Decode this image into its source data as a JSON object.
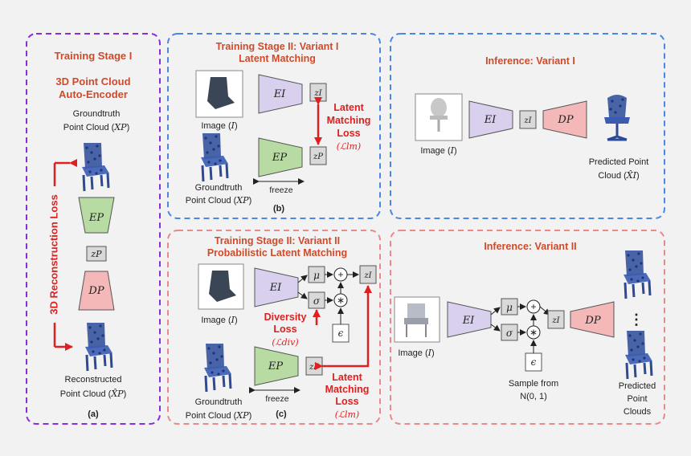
{
  "panel_a": {
    "title": "Training Stage I",
    "subtitle_line1": "3D Point Cloud",
    "subtitle_line2": "Auto-Encoder",
    "input_line1": "Groundtruth",
    "input_line2": "Point Cloud (",
    "input_math": "XP",
    "encoder": "EP",
    "latent": "zP",
    "decoder": "DP",
    "loss": "3D Reconstruction Loss",
    "output_line1": "Reconstructed",
    "output_line2": "Point Cloud (",
    "output_math": "X̂P",
    "tag": "(a)"
  },
  "panel_b": {
    "title_line1": "Training Stage II: Variant I",
    "title_line2": "Latent Matching",
    "image_label": "Image (",
    "image_math": "I",
    "gt_line1": "Groundtruth",
    "gt_line2": "Point Cloud (",
    "gt_math": "XP",
    "encoder_image": "EI",
    "encoder_point": "EP",
    "latent_image": "zI",
    "latent_point": "zP",
    "loss_line1": "Latent",
    "loss_line2": "Matching",
    "loss_line3": "Loss",
    "loss_math": "(ℒlm)",
    "freeze": "freeze",
    "tag": "(b)"
  },
  "panel_c": {
    "title_line1": "Training Stage II: Variant II",
    "title_line2": "Probabilistic Latent Matching",
    "image_label": "Image (",
    "image_math": "I",
    "gt_line1": "Groundtruth",
    "gt_line2": "Point Cloud (",
    "gt_math": "XP",
    "encoder_image": "EI",
    "encoder_point": "EP",
    "mu": "μ",
    "sigma": "σ",
    "epsilon": "ϵ",
    "plus": "+",
    "times": "∗",
    "latent_image": "zI",
    "latent_point": "zP",
    "div_line1": "Diversity",
    "div_line2": "Loss",
    "div_math": "(ℒdiv)",
    "loss_line1": "Latent",
    "loss_line2": "Matching",
    "loss_line3": "Loss",
    "loss_math": "(ℒlm)",
    "freeze": "freeze",
    "tag": "(c)"
  },
  "panel_d": {
    "title": "Inference: Variant I",
    "image_label": "Image (",
    "image_math": "I",
    "encoder": "EI",
    "latent": "zI",
    "decoder": "DP",
    "output_line1": "Predicted Point",
    "output_line2": "Cloud (",
    "output_math": "X̂I"
  },
  "panel_e": {
    "title": "Inference: Variant II",
    "image_label": "Image (",
    "image_math": "I",
    "encoder": "EI",
    "mu": "μ",
    "sigma": "σ",
    "epsilon": "ϵ",
    "plus": "+",
    "times": "∗",
    "latent": "zI",
    "decoder": "DP",
    "sample_line1": "Sample from",
    "sample_line2": "N(0, 1)",
    "output_line1": "Predicted",
    "output_line2": "Point",
    "output_line3": "Clouds",
    "ellipsis": "⋮"
  },
  "colors": {
    "purple_border": "#8a2be2",
    "blue_border": "#4a86e8",
    "pink_border": "#e88a8a",
    "title_red": "#d04a2a",
    "loss_red": "#e02020",
    "encoder_fill": "#d8d0ec",
    "point_encoder_fill": "#b7dba3",
    "decoder_fill": "#f4b8b8",
    "latent_fill": "#d9d9d9",
    "chair_blue": "#2b4a9a"
  }
}
